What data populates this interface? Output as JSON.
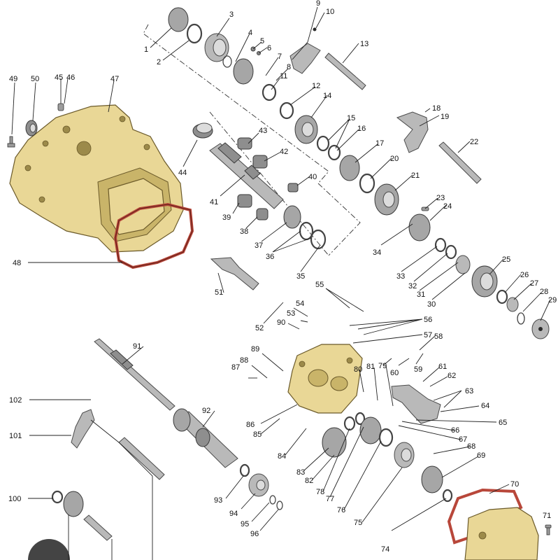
{
  "callouts": [
    "1",
    "2",
    "3",
    "4",
    "5",
    "6",
    "7",
    "8",
    "9",
    "10",
    "11",
    "12",
    "13",
    "14",
    "15",
    "16",
    "17",
    "18",
    "19",
    "20",
    "21",
    "22",
    "23",
    "24",
    "25",
    "26",
    "27",
    "28",
    "29",
    "30",
    "31",
    "32",
    "33",
    "34",
    "35",
    "36",
    "37",
    "38",
    "39",
    "40",
    "41",
    "42",
    "43",
    "44",
    "45",
    "46",
    "47",
    "48",
    "49",
    "50",
    "51",
    "52",
    "53",
    "54",
    "55",
    "56",
    "57",
    "58",
    "59",
    "60",
    "61",
    "62",
    "63",
    "64",
    "65",
    "66",
    "67",
    "68",
    "69",
    "70",
    "71",
    "74",
    "75",
    "76",
    "77",
    "78",
    "79",
    "80",
    "81",
    "82",
    "83",
    "84",
    "85",
    "86",
    "87",
    "88",
    "89",
    "90",
    "91",
    "92",
    "93",
    "94",
    "95",
    "96",
    "100",
    "101",
    "102"
  ],
  "colors": {
    "housing": "#e9d796",
    "gasket": "#b8473a",
    "metal": "#b9b9b9"
  }
}
